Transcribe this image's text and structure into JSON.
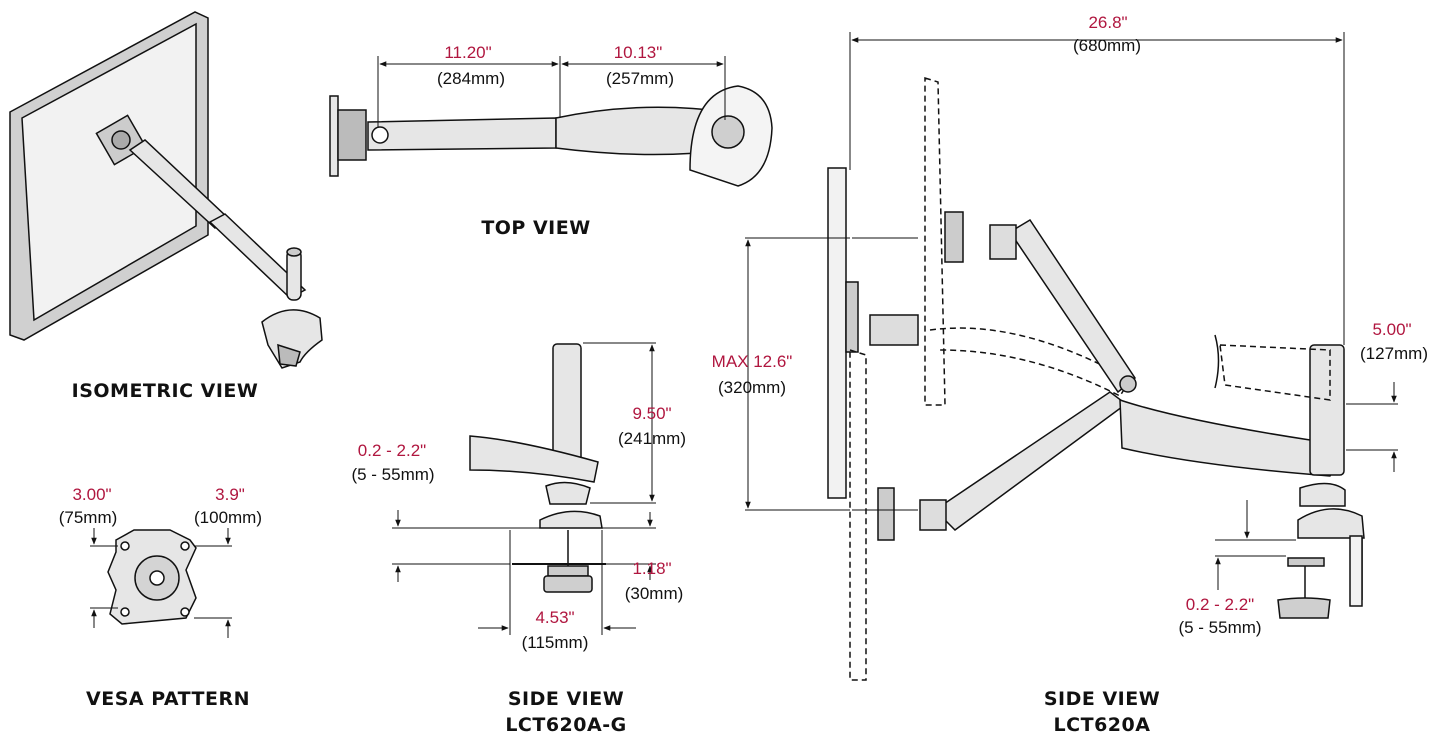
{
  "colors": {
    "dimension": "#b0163f",
    "line": "#111111",
    "mount": "#e6e6e6",
    "monitor_frame": "#d9d9d9"
  },
  "views": {
    "isometric": "ISOMETRIC VIEW",
    "top": "TOP VIEW",
    "vesa": "VESA PATTERN",
    "side_g_line1": "SIDE VIEW",
    "side_g_line2": "LCT620A-G",
    "side_a_line1": "SIDE VIEW",
    "side_a_line2": "LCT620A"
  },
  "top_view": {
    "arm1_in": "11.20\"",
    "arm1_mm": "(284mm)",
    "arm2_in": "10.13\"",
    "arm2_mm": "(257mm)"
  },
  "vesa": {
    "small_in": "3.00\"",
    "small_mm": "(75mm)",
    "large_in": "3.9\"",
    "large_mm": "(100mm)"
  },
  "side_g": {
    "pole_in": "9.50\"",
    "pole_mm": "(241mm)",
    "desk_in": "0.2 - 2.2\"",
    "desk_mm": "(5 - 55mm)",
    "clamp_in": "1.18\"",
    "clamp_mm": "(30mm)",
    "base_in": "4.53\"",
    "base_mm": "(115mm)"
  },
  "side_a": {
    "reach_in": "26.8\"",
    "reach_mm": "(680mm)",
    "height_in": "MAX 12.6\"",
    "height_mm": "(320mm)",
    "offset_in": "5.00\"",
    "offset_mm": "(127mm)",
    "desk_in": "0.2 - 2.2\"",
    "desk_mm": "(5 - 55mm)"
  }
}
